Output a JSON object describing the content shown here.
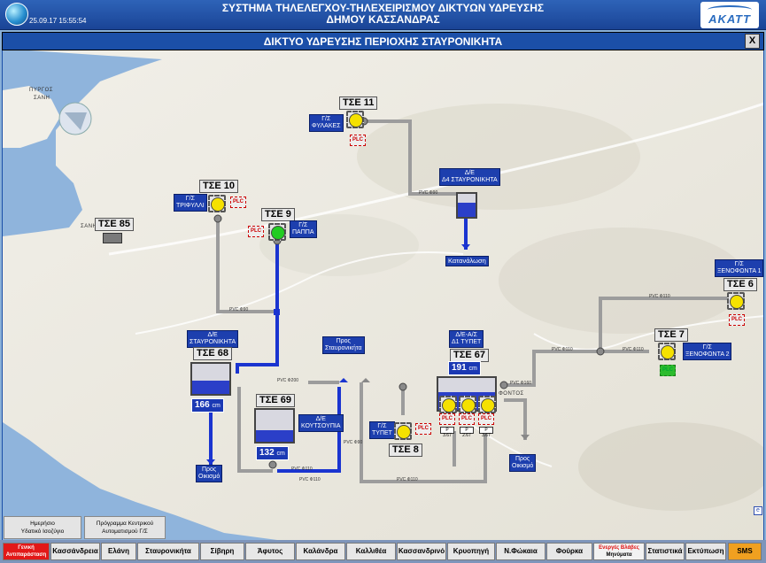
{
  "header": {
    "title_line1": "ΣΥΣΤΗΜΑ ΤΗΛΕΛΕΓΧΟΥ-ΤΗΛΕΧΕΙΡΙΣΜΟΥ ΔΙΚΤΥΩΝ ΥΔΡΕΥΣΗΣ",
    "title_line2": "ΔΗΜΟΥ ΚΑΣΣΑΝΔΡΑΣ",
    "timestamp": "25.09.17 15:55:54",
    "logo_text": "ΑΚΑΤΤ"
  },
  "window": {
    "title": "ΔΙΚΤΥΟ ΥΔΡΕΥΣΗΣ ΠΕΡΙΟΧΗΣ ΣΤΑΥΡΟΝΙΚΗΤΑ",
    "close_label": "X"
  },
  "places": {
    "pyrgos": "ΠΥΡΓΟΣ",
    "sani1": "ΣΑΝΗ",
    "sani2": "ΣΑΝΗ",
    "fontos": "ΦΟΝΤΟΣ"
  },
  "stations": {
    "tse11": {
      "name": "ΤΣΕ 11",
      "label1": "Γ/Σ",
      "label2": "ΦΥΛΑΚΕΣ"
    },
    "tse10": {
      "name": "ΤΣΕ 10",
      "label1": "Γ/Σ",
      "label2": "ΤΡΙΦΥΛΛΙ"
    },
    "tse9": {
      "name": "ΤΣΕ 9",
      "label1": "Γ/Σ",
      "label2": "ΠΑΠΠΑ"
    },
    "tse85": {
      "name": "ΤΣΕ 85"
    },
    "tse68": {
      "name": "ΤΣΕ 68",
      "label1": "Δ/Ε",
      "label2": "ΣΤΑΥΡΟΝΙΚΗΤΑ",
      "level": "166",
      "unit": "cm"
    },
    "tse69": {
      "name": "ΤΣΕ 69",
      "label1": "Δ/Ε",
      "label2": "ΚΟΥΤΣΟΥΠΙΑ",
      "level": "132",
      "unit": "cm"
    },
    "tse67": {
      "name": "ΤΣΕ 67",
      "label1": "Δ/Ε-Α/Σ",
      "label2": "Δ1 ΤΥΠΕΤ",
      "level": "191",
      "unit": "cm"
    },
    "tse8": {
      "name": "ΤΣΕ 8",
      "label1": "Γ/Σ",
      "label2": "ΤΥΠΕΤ"
    },
    "tse6": {
      "name": "ΤΣΕ 6",
      "label1": "Γ/Σ",
      "label2": "ΞΕΝΟΦΩΝΤΑ 1"
    },
    "tse7": {
      "name": "ΤΣΕ 7",
      "label1": "Γ/Σ",
      "label2": "ΞΕΝΟΦΩΝΤΑ 2"
    },
    "d4": {
      "label1": "Δ/Ε",
      "label2": "Δ4 ΣΤΑΥΡΟΝΙΚΗΤΑ"
    }
  },
  "links": {
    "consumption": "Κατανάλωση",
    "to_stavronikita1": "Προς",
    "to_stavronikita2": "Σταυρονικήτα",
    "to_oikismo_a1": "Προς",
    "to_oikismo_a2": "Οικισμό",
    "to_oikismo_b1": "Προς",
    "to_oikismo_b2": "Οικισμό"
  },
  "plc_label": "PLC",
  "pressures": [
    "P 3.67",
    "P 2.67",
    "P 3.67"
  ],
  "pipes": {
    "p90a": "PVC Φ90",
    "p90b": "PVC Φ90",
    "p90c": "PVC Φ90",
    "p110a": "PVC Φ110",
    "p110b": "PVC Φ110",
    "p110c": "PVC Φ110",
    "p110d": "PVC Φ110",
    "p110e": "PVC Φ110",
    "p110f": "PVC Φ110",
    "p160": "PVC Φ160",
    "p200": "PVC Φ200",
    "p90v": "PVC Φ90",
    "p110v": "PVC Φ110"
  },
  "side_buttons": [
    {
      "line1": "Ημερήσιο",
      "line2": "Υδατικό Ισοζύγιο"
    },
    {
      "line1": "Πρόγραμμα Κεντρικού",
      "line2": "Αυτοματισμού Γ/Σ"
    }
  ],
  "nav": [
    {
      "label": "Γενική Αντιπαράσταση",
      "line1": "Γενική",
      "line2": "Αντιπαράσταση"
    },
    {
      "label": "Κασσάνδρεια"
    },
    {
      "label": "Ελάνη"
    },
    {
      "label": "Σταυρονικήτα"
    },
    {
      "label": "Σίβηρη"
    },
    {
      "label": "Άφυτος"
    },
    {
      "label": "Καλάνδρα"
    },
    {
      "label": "Καλλιθέα"
    },
    {
      "label": "Κασσανδρινό"
    },
    {
      "label": "Κρυοπηγή"
    },
    {
      "label": "Ν.Φώκαια"
    },
    {
      "label": "Φούρκα"
    },
    {
      "line1": "Ενεργές Βλάβες",
      "line2": "Μηνύματα"
    },
    {
      "label": "Στατιστικά"
    },
    {
      "label": "Εκτύπωση"
    },
    {
      "label": "SMS"
    }
  ],
  "colors": {
    "accent": "#1b4fa8",
    "water": "#2b3fc8",
    "pipe_grey": "#9a9a9a",
    "pipe_blue": "#1a34d0",
    "alarm_red": "#e21818"
  }
}
